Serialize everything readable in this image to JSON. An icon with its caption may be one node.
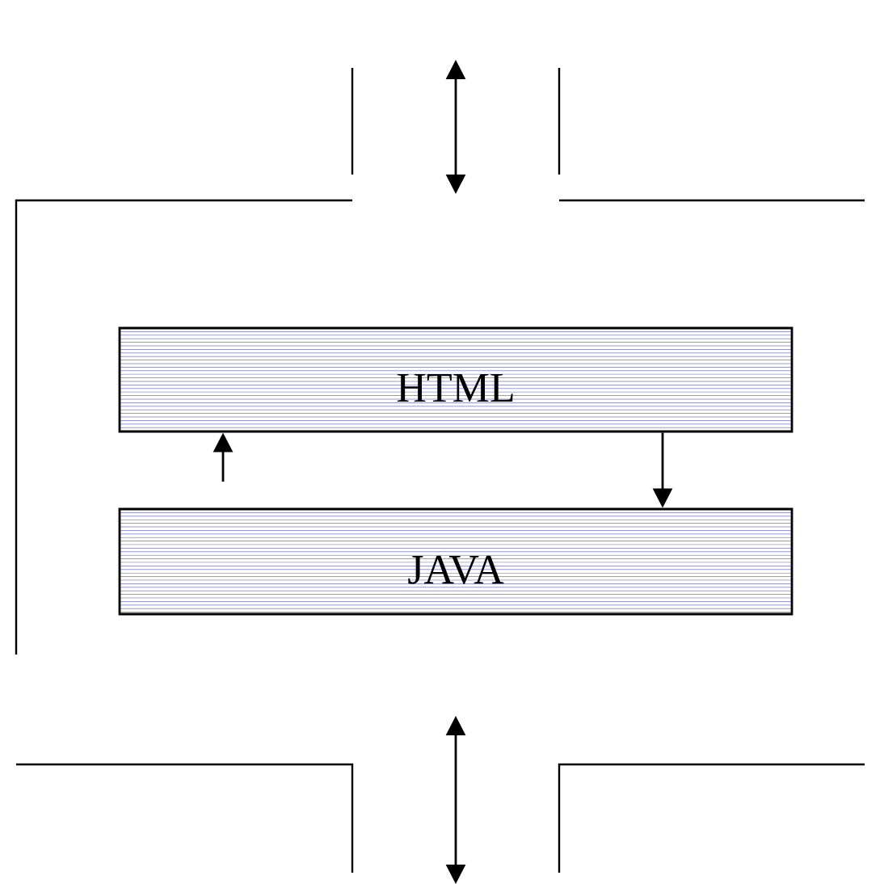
{
  "diagram": {
    "nodes": [
      {
        "text": [
          "HTML"
        ]
      },
      {
        "text": [
          "JAVA"
        ]
      }
    ],
    "edges": [
      {
        "from": null,
        "to": 0,
        "arrow": "to"
      },
      {
        "from": 0,
        "to": 1,
        "arrow": "to"
      }
    ]
  }
}
